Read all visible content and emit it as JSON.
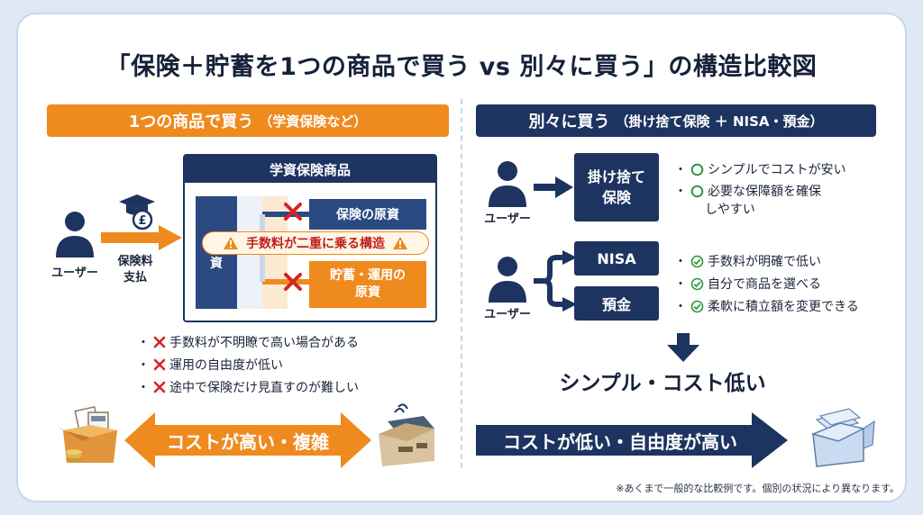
{
  "title": "「保険＋貯蓄を1つの商品で買う vs 別々に買う」の構造比較図",
  "left": {
    "header_main": "1つの商品で買う",
    "header_sub": "（学資保険など）",
    "user_label": "ユーザー",
    "payment_label_1": "保険料",
    "payment_label_2": "支払",
    "product_title": "学資保険商品",
    "bar_label": "資",
    "cost_insurance": "保険の原資",
    "cost_saving_1": "貯蓄・運用の",
    "cost_saving_2": "原資",
    "warning": "手数料が二重に乗る構造",
    "bullets": [
      "手数料が不明瞭で高い場合がある",
      "運用の自由度が低い",
      "途中で保険だけ見直すのが難しい"
    ],
    "bottom_arrow": "コストが高い・複雑"
  },
  "right": {
    "header_main": "別々に買う",
    "header_sub": "（掛け捨て保険 ＋ NISA・預金）",
    "user_label_1": "ユーザー",
    "user_label_2": "ユーザー",
    "term_box_1": "掛け捨て",
    "term_box_2": "保険",
    "term_bullets": [
      "シンプルでコストが安い",
      "必要な保障額を確保",
      "しやすい"
    ],
    "nisa_box": "NISA",
    "deposit_box": "預金",
    "nisa_bullets": [
      "手数料が明確で低い",
      "自分で商品を選べる",
      "柔軟に積立額を変更できる"
    ],
    "summary": "シンプル・コスト低い",
    "bottom_arrow": "コストが低い・自由度が高い"
  },
  "footnote": "※あくまで一般的な比較例です。個別の状況により異なります。",
  "colors": {
    "orange": "#ef8a1f",
    "navy": "#1d3461",
    "red_x": "#d42424",
    "green_check": "#2e9a3e"
  }
}
